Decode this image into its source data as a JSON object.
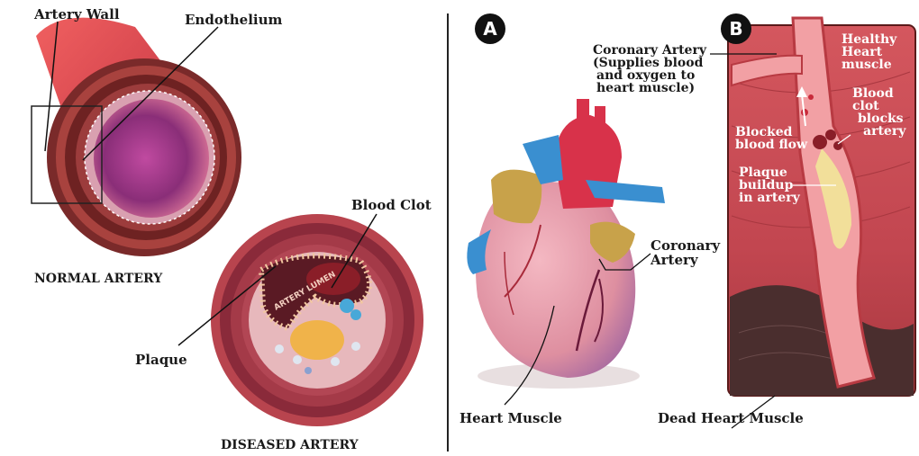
{
  "labels": {
    "artery_wall": "Artery Wall",
    "endothelium": "Endothelium",
    "normal_artery": "NORMAL ARTERY",
    "blood_clot": "Blood Clot",
    "plaque": "Plaque",
    "diseased_artery": "DISEASED ARTERY",
    "artery_lumen": "ARTERY LUMEN",
    "heart_muscle": "Heart Muscle",
    "coronary_artery_a": [
      "Coronary",
      "Artery"
    ],
    "coronary_artery_b": [
      "Coronary Artery",
      "(Supplies blood",
      "and oxygen to",
      "heart muscle)"
    ],
    "healthy_heart_muscle": [
      "Healthy",
      "Heart",
      "muscle"
    ],
    "blood_clot_blocks": [
      "Blood",
      "clot",
      "blocks",
      "artery"
    ],
    "blocked_blood_flow": [
      "Blocked",
      "blood flow"
    ],
    "plaque_buildup": [
      "Plaque",
      "buildup",
      "in artery"
    ],
    "dead_heart_muscle": "Dead Heart Muscle"
  },
  "badges": {
    "a": "A",
    "b": "B"
  },
  "colors": {
    "artery_red": "#c8343e",
    "wall_brown": "#7a2a2a",
    "lumen_purple": "#8a3a8a",
    "plaque_yellow": "#f2df9a",
    "heart_pink": "#e59aa6",
    "vessel_blue": "#3a8fd0",
    "muscle_red": "#c84a52",
    "dead_brown": "#4a2e2e"
  }
}
